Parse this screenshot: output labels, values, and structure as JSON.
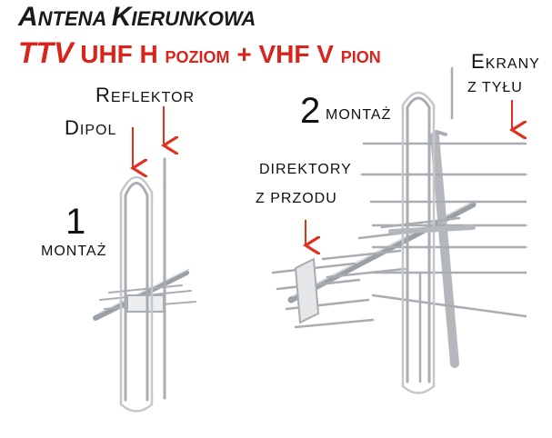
{
  "title": {
    "line1_cap": "A",
    "line1_rest": "NTENA ",
    "line1_cap2": "K",
    "line1_rest2": "IERUNKOWA",
    "line2_brand": "TTV",
    "line2_uhf": " UHF H ",
    "line2_poziom": "POZIOM",
    "line2_vhf": " + VHF V ",
    "line2_pion": "PION"
  },
  "labels": {
    "reflektor_cap": "R",
    "reflektor_rest": "EFLEKTOR",
    "dipol_cap": "D",
    "dipol_rest": "IPOL",
    "montaz1_number": "1",
    "montaz1_text": "MONTAŻ",
    "montaz2_number": "2",
    "montaz2_text": "MONTAŻ",
    "direktory_line1": "DIREKTORY",
    "direktory_line2": "Z PRZODU",
    "ekrany_cap": "E",
    "ekrany_rest": "KRANY",
    "ekrany_line2": "Z TYŁU"
  },
  "colors": {
    "accent_red": "#d9241c",
    "arrow_red": "#e0311f",
    "metal": "#a9adb2"
  }
}
